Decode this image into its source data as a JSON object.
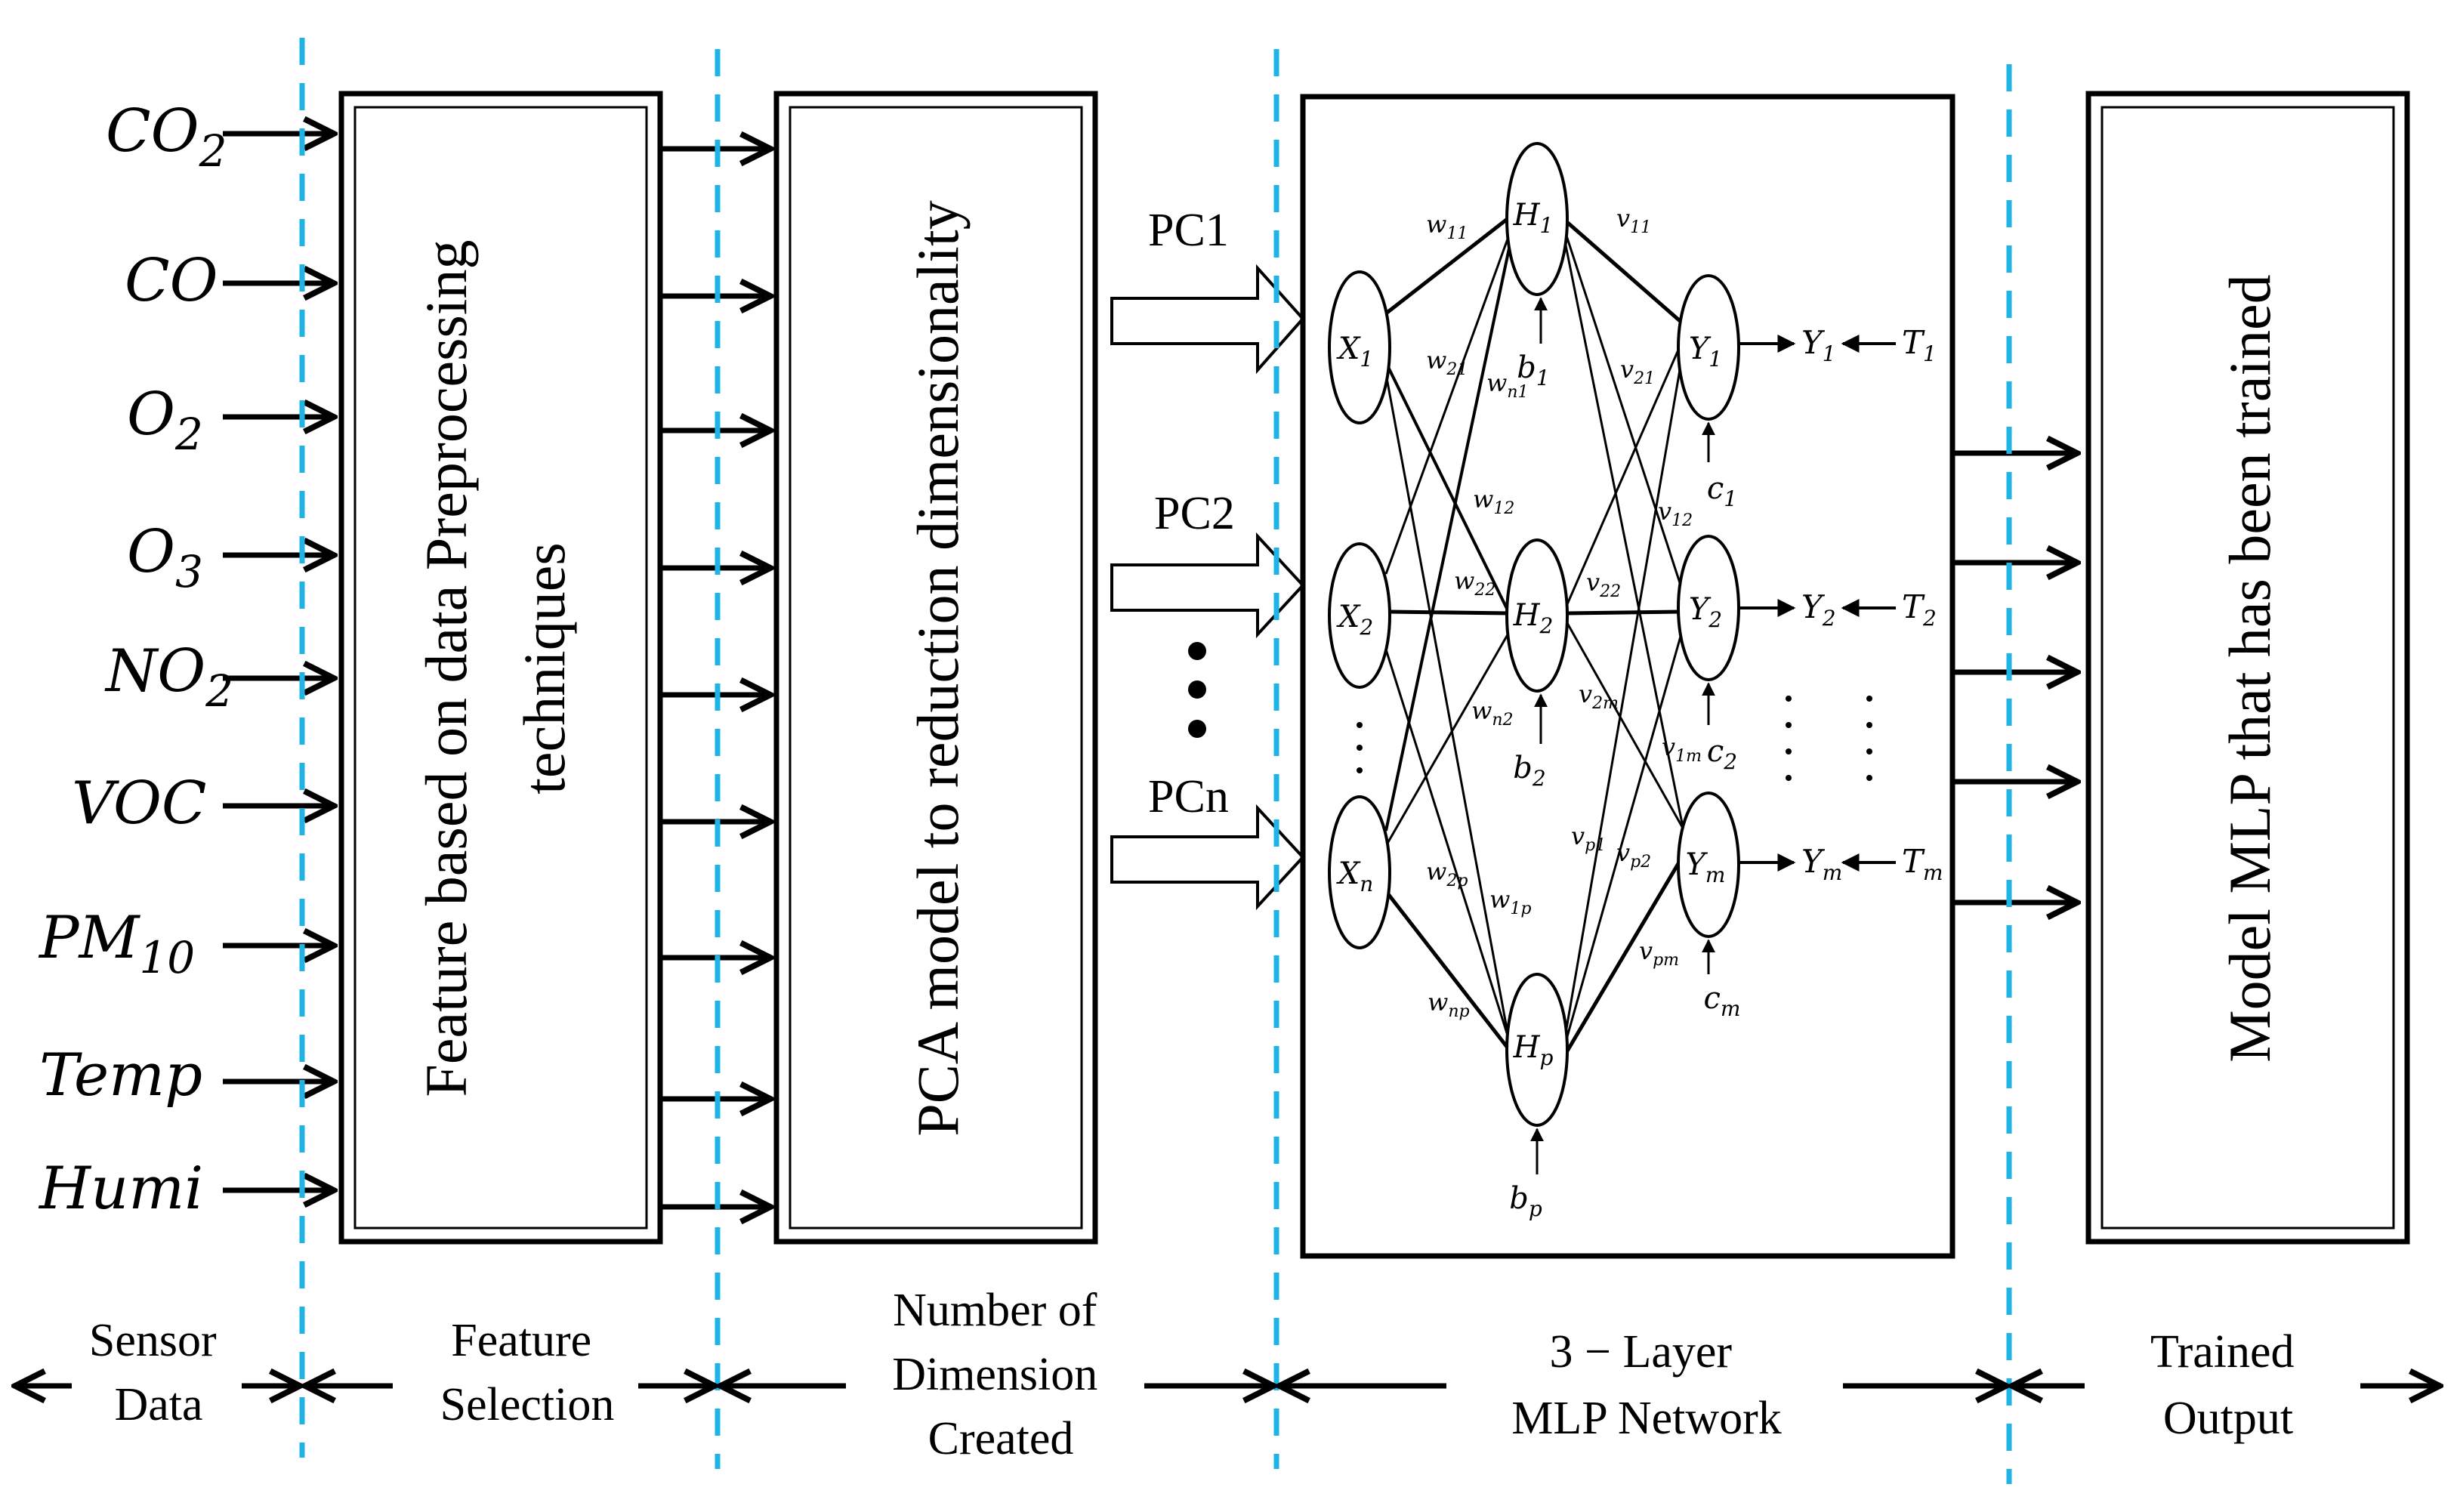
{
  "inputs": [
    {
      "base": "CO",
      "sub": "2"
    },
    {
      "base": "CO",
      "sub": ""
    },
    {
      "base": "O",
      "sub": "2"
    },
    {
      "base": "O",
      "sub": "3"
    },
    {
      "base": "NO",
      "sub": "2"
    },
    {
      "base": "VOC",
      "sub": ""
    },
    {
      "base": "PM",
      "sub": "10"
    },
    {
      "base": "Temp",
      "sub": ""
    },
    {
      "base": "Humi",
      "sub": ""
    }
  ],
  "boxes": {
    "feature": {
      "line1": "Feature based on data Preprocessing",
      "line2": "techniques"
    },
    "pca": {
      "line1": "PCA model to reduction dimensionality"
    },
    "model": {
      "line1": "Model MLP that has been trained"
    }
  },
  "pcs": [
    "PC1",
    "PC2",
    "PCn"
  ],
  "network": {
    "inputs": [
      {
        "b": "X",
        "s": "1"
      },
      {
        "b": "X",
        "s": "2"
      },
      {
        "b": "X",
        "s": "n"
      }
    ],
    "hidden": [
      {
        "b": "H",
        "s": "1"
      },
      {
        "b": "H",
        "s": "2"
      },
      {
        "b": "H",
        "s": "p"
      }
    ],
    "outputs": [
      {
        "b": "Y",
        "s": "1"
      },
      {
        "b": "Y",
        "s": "2"
      },
      {
        "b": "Y",
        "s": "m"
      }
    ],
    "y_labels": [
      {
        "b": "Y",
        "s": "1"
      },
      {
        "b": "Y",
        "s": "2"
      },
      {
        "b": "Y",
        "s": "m"
      }
    ],
    "targets": [
      {
        "b": "T",
        "s": "1"
      },
      {
        "b": "T",
        "s": "2"
      },
      {
        "b": "T",
        "s": "m"
      }
    ],
    "hidden_bias": [
      {
        "b": "b",
        "s": "1"
      },
      {
        "b": "b",
        "s": "2"
      },
      {
        "b": "b",
        "s": "p"
      }
    ],
    "output_bias": [
      {
        "b": "c",
        "s": "1"
      },
      {
        "b": "c",
        "s": "2"
      },
      {
        "b": "c",
        "s": "m"
      }
    ],
    "w_labels": [
      {
        "b": "w",
        "s": "11"
      },
      {
        "b": "w",
        "s": "21"
      },
      {
        "b": "w",
        "s": "n1"
      },
      {
        "b": "w",
        "s": "12"
      },
      {
        "b": "w",
        "s": "22"
      },
      {
        "b": "w",
        "s": "n2"
      },
      {
        "b": "w",
        "s": "2p"
      },
      {
        "b": "w",
        "s": "1p"
      },
      {
        "b": "w",
        "s": "np"
      }
    ],
    "v_labels": [
      {
        "b": "v",
        "s": "11"
      },
      {
        "b": "v",
        "s": "21"
      },
      {
        "b": "v",
        "s": "12"
      },
      {
        "b": "v",
        "s": "22"
      },
      {
        "b": "v",
        "s": "2m"
      },
      {
        "b": "v",
        "s": "1m"
      },
      {
        "b": "v",
        "s": "p1"
      },
      {
        "b": "v",
        "s": "p2"
      },
      {
        "b": "v",
        "s": "pm"
      }
    ]
  },
  "stages": [
    {
      "lines": [
        "Sensor",
        "Data"
      ]
    },
    {
      "lines": [
        "Feature",
        "Selection"
      ]
    },
    {
      "lines": [
        "Number of",
        "Dimension",
        "Created"
      ]
    },
    {
      "lines": [
        "3 − Layer",
        "MLP Network"
      ]
    },
    {
      "lines": [
        "Trained",
        "Output"
      ]
    }
  ],
  "colors": {
    "divider": "#1fb4e6",
    "ink": "#000000"
  }
}
